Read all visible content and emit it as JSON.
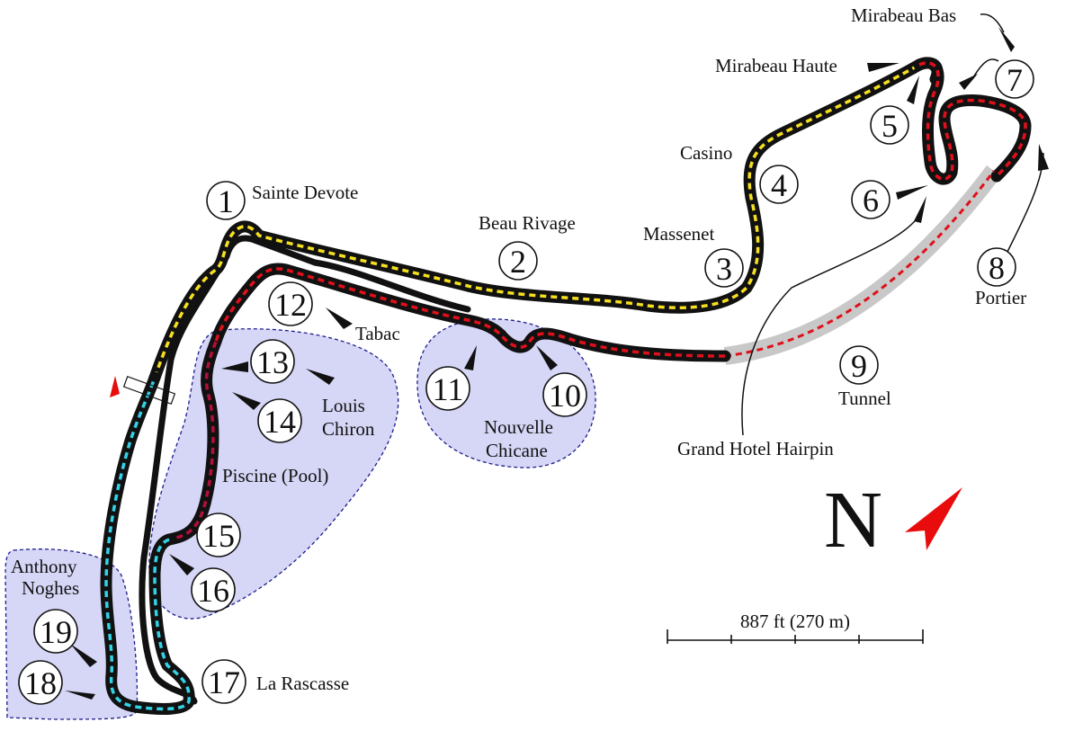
{
  "map": {
    "corners": [
      {
        "number": "1",
        "name": "Sainte Devote"
      },
      {
        "number": "2",
        "name": "Beau Rivage"
      },
      {
        "number": "3",
        "name": "Massenet"
      },
      {
        "number": "4",
        "name": "Casino"
      },
      {
        "number": "5",
        "name": "Mirabeau Haute"
      },
      {
        "number": "6",
        "name": "Grand Hotel Hairpin"
      },
      {
        "number": "7",
        "name": "Mirabeau Bas"
      },
      {
        "number": "8",
        "name": "Portier"
      },
      {
        "number": "9",
        "name": "Tunnel"
      },
      {
        "number": "10",
        "name": "Nouvelle Chicane"
      },
      {
        "number": "11",
        "name": ""
      },
      {
        "number": "12",
        "name": "Tabac"
      },
      {
        "number": "13",
        "name": "Louis Chiron"
      },
      {
        "number": "14",
        "name": ""
      },
      {
        "number": "15",
        "name": "Piscine (Pool)"
      },
      {
        "number": "16",
        "name": ""
      },
      {
        "number": "17",
        "name": "La Rascasse"
      },
      {
        "number": "18",
        "name": "Anthony Noghes"
      },
      {
        "number": "19",
        "name": ""
      }
    ],
    "labels": {
      "sainte_devote": "Sainte Devote",
      "beau_rivage": "Beau Rivage",
      "massenet": "Massenet",
      "casino": "Casino",
      "mirabeau_haute": "Mirabeau Haute",
      "mirabeau_bas": "Mirabeau Bas",
      "portier": "Portier",
      "tunnel": "Tunnel",
      "grand_hotel_hairpin": "Grand Hotel Hairpin",
      "nouvelle": "Nouvelle",
      "chicane": "Chicane",
      "tabac": "Tabac",
      "louis": "Louis",
      "chiron": "Chiron",
      "piscine": "Piscine (Pool)",
      "anthony": "Anthony",
      "noghes": "Noghes",
      "la_rascasse": "La Rascasse"
    },
    "north": "N",
    "scale": "887 ft (270 m)",
    "colors": {
      "track": "#111111",
      "sector_1": "#f5e020",
      "sector_2": "#e0101a",
      "sector_3": "#33d2e6",
      "tunnel": "#c8c8c8",
      "zone_fill": "#d6d6f7",
      "zone_border": "#1d1d8a",
      "arrow": "#e80c0c"
    }
  }
}
